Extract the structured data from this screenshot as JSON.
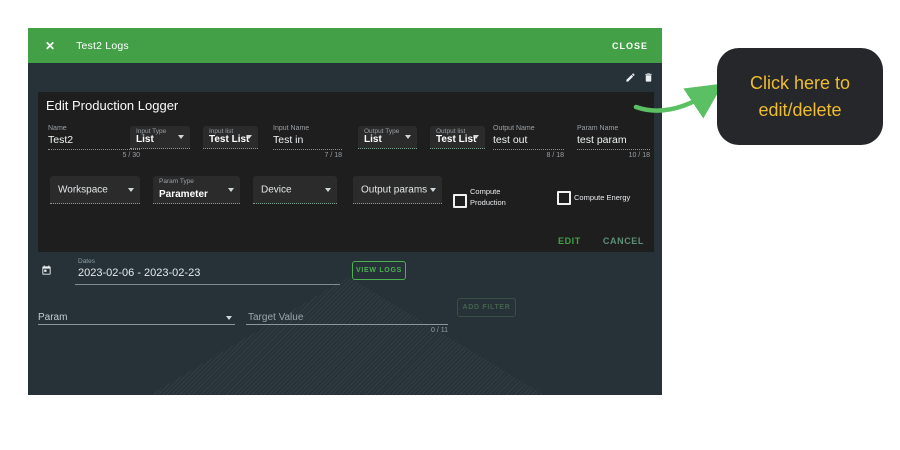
{
  "window": {
    "title": "Test2 Logs",
    "close_label": "CLOSE",
    "close_icon": "✕"
  },
  "toolbar": {
    "edit_icon": "pencil",
    "delete_icon": "trash"
  },
  "form": {
    "heading": "Edit Production Logger",
    "fields": {
      "name": {
        "label": "Name",
        "value": "Test2",
        "counter": "5 / 30"
      },
      "input_type": {
        "label": "Input Type",
        "value": "List"
      },
      "input_list": {
        "label": "Input list",
        "value": "Test List"
      },
      "input_name": {
        "label": "Input Name",
        "value": "Test in",
        "counter": "7 / 18"
      },
      "output_type": {
        "label": "Output Type",
        "value": "List"
      },
      "output_list": {
        "label": "Output list",
        "value": "Test List"
      },
      "output_name": {
        "label": "Output Name",
        "value": "test out",
        "counter": "8 / 18"
      },
      "param_name": {
        "label": "Param Name",
        "value": "test param",
        "counter": "10 / 18"
      },
      "workspace": {
        "label": "Workspace"
      },
      "param_type": {
        "label": "Param Type",
        "value": "Parameter"
      },
      "device": {
        "label": "Device"
      },
      "output_params": {
        "label": "Output params"
      },
      "compute_production": {
        "label": "Compute Production",
        "checked": false
      },
      "compute_energy": {
        "label": "Compute Energy",
        "checked": false
      }
    },
    "actions": {
      "edit": "EDIT",
      "cancel": "CANCEL"
    }
  },
  "logs_section": {
    "dates": {
      "label": "Dates",
      "value": "2023-02-06 - 2023-02-23"
    },
    "view_logs_label": "VIEW LOGS",
    "param": {
      "label": "Param"
    },
    "target_value": {
      "placeholder": "Target Value",
      "counter": "0 / 11"
    },
    "add_filter_label": "ADD FILTER"
  },
  "annotation": {
    "line1": "Click here to",
    "line2": "edit/delete"
  },
  "colors": {
    "header_green": "#43a047",
    "accent_green": "#4caf50",
    "arrow_green": "#5bbf63",
    "dialog_bg": "#263238",
    "card_bg": "#1e1e1e",
    "callout_bg": "#26272a",
    "callout_text": "#eebd2f"
  }
}
